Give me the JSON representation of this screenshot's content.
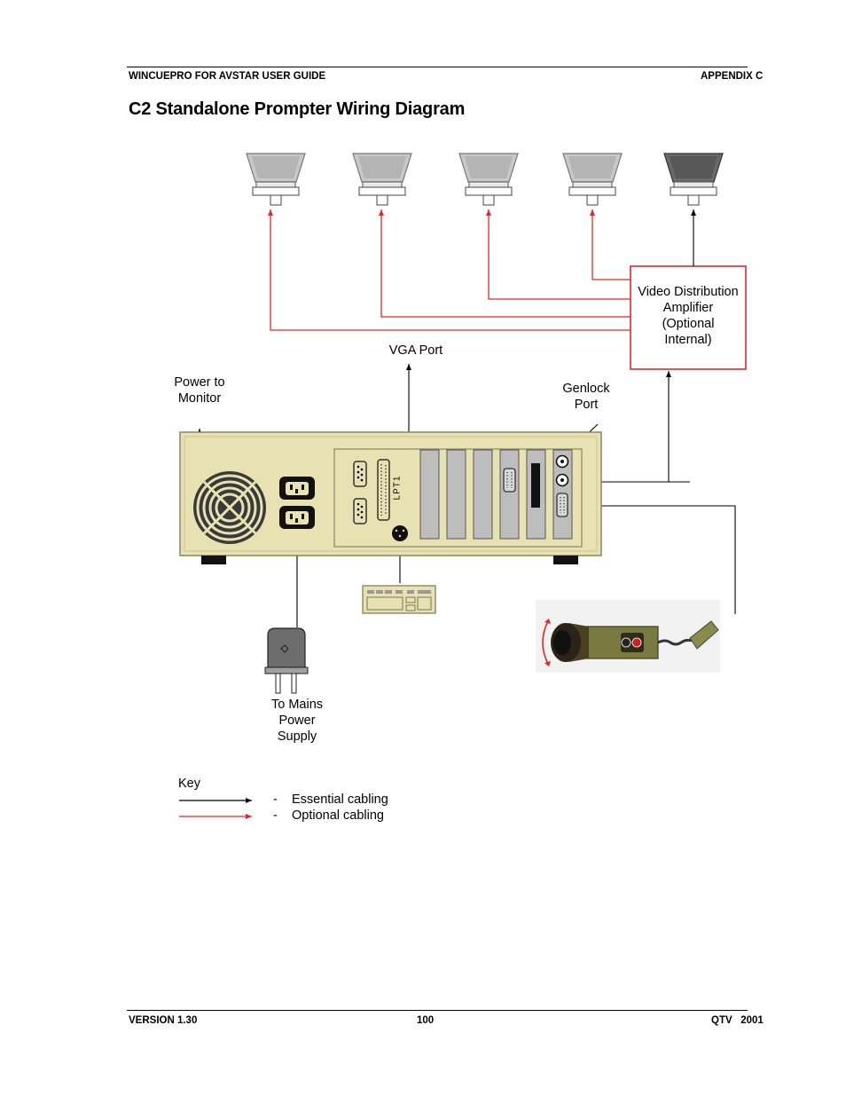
{
  "header": {
    "left": "WINCUEPRO FOR AVSTAR USER GUIDE",
    "right": "APPENDIX C"
  },
  "title": "C2 Standalone Prompter Wiring Diagram",
  "diagram": {
    "vda_lines": [
      "Video Distribution",
      "Amplifier",
      "(Optional",
      "Internal)"
    ],
    "vga_port": "VGA Port",
    "power_to_monitor": [
      "Power to",
      "Monitor"
    ],
    "genlock_port": [
      "Genlock",
      "Port"
    ],
    "lpt_label": "LPT1",
    "mains": [
      "To Mains",
      "Power",
      "Supply"
    ],
    "colors": {
      "essential": "#000000",
      "optional": "#e3262b"
    }
  },
  "key": {
    "title": "Key",
    "items": [
      {
        "dash": "-",
        "label": "Essential cabling"
      },
      {
        "dash": "-",
        "label": "Optional cabling"
      }
    ]
  },
  "footer": {
    "left": "VERSION 1.30",
    "center": "100",
    "right": "QTV   2001"
  }
}
